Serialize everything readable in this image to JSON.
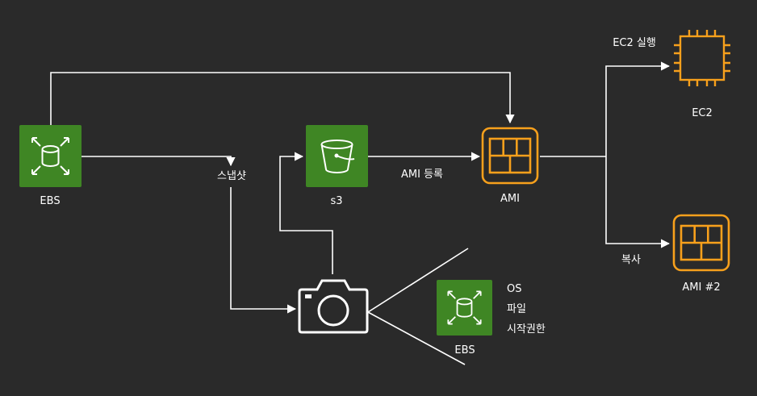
{
  "colors": {
    "background": "#2a2a2a",
    "storage_green": "#3f8624",
    "compute_orange": "#f7a01c",
    "line": "#ffffff"
  },
  "nodes": {
    "ebs_source": {
      "label": "EBS",
      "icon": "ebs-volume-icon"
    },
    "s3": {
      "label": "s3",
      "icon": "s3-bucket-icon"
    },
    "ami": {
      "label": "AMI",
      "icon": "ami-icon"
    },
    "ec2": {
      "label": "EC2",
      "icon": "ec2-instance-icon"
    },
    "ami_copy": {
      "label": "AMI #2",
      "icon": "ami-icon"
    },
    "snapshot": {
      "icon": "camera-icon"
    },
    "ebs_snapshot": {
      "label": "EBS",
      "icon": "ebs-volume-icon"
    }
  },
  "edges": {
    "snapshot_label": "스냅샷",
    "register_label": "AMI 등록",
    "run_label": "EC2 실행",
    "copy_label": "복사"
  },
  "snapshot_contents": [
    "OS",
    "파일",
    "시작권한"
  ]
}
